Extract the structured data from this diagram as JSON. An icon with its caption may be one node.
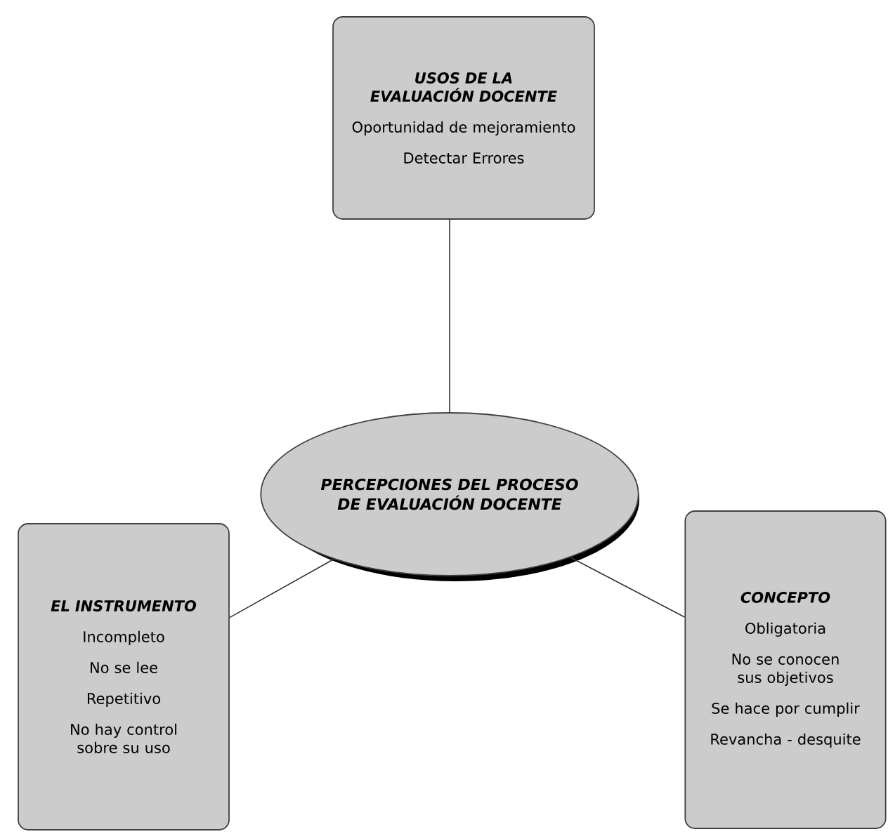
{
  "diagram": {
    "nodes": [
      {
        "text": [
          "USOS DE LA EVALUACIÓN DOCENTE",
          "Oportunidad de mejoramiento",
          "Detectar Errores"
        ]
      },
      {
        "text": [
          "PERCEPCIONES DEL PROCESO DE EVALUACIÓN DOCENTE"
        ]
      },
      {
        "text": [
          "EL INSTRUMENTO",
          "Incompleto",
          "No se lee",
          "Repetitivo",
          "No hay control sobre su uso"
        ]
      },
      {
        "text": [
          "CONCEPTO",
          "Obligatoria",
          "No se conocen sus objetivos",
          "Se hace por cumplir",
          "Revancha - desquite"
        ]
      }
    ],
    "edges": [
      {
        "from": 0,
        "to": 1,
        "arrow": "none"
      },
      {
        "from": 1,
        "to": 2,
        "arrow": "none"
      },
      {
        "from": 1,
        "to": 3,
        "arrow": "none"
      }
    ]
  }
}
